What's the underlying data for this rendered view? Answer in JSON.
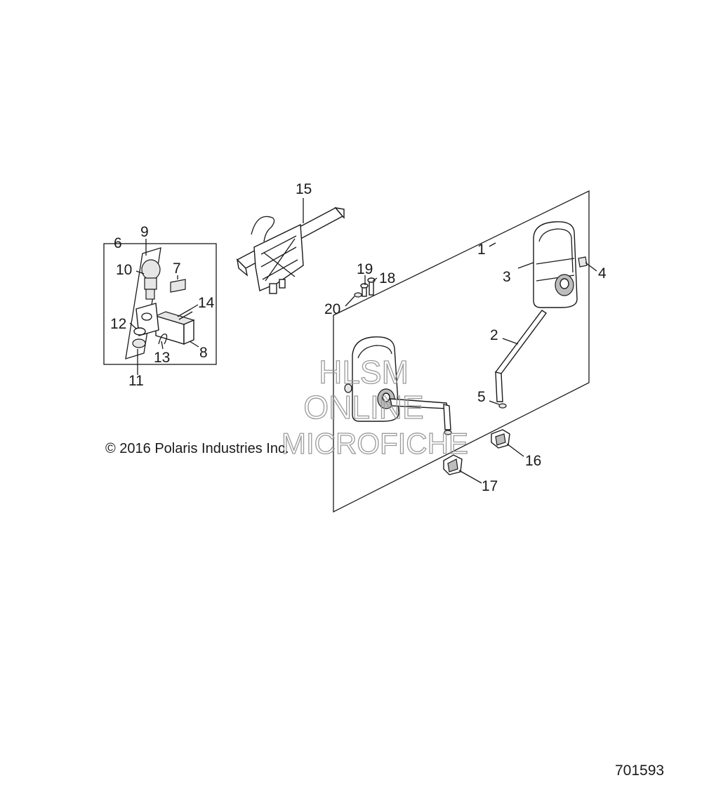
{
  "callouts": {
    "c1": "1",
    "c2": "2",
    "c3": "3",
    "c4": "4",
    "c5": "5",
    "c6": "6",
    "c7": "7",
    "c8": "8",
    "c9": "9",
    "c10": "10",
    "c11": "11",
    "c12": "12",
    "c13": "13",
    "c14": "14",
    "c15": "15",
    "c16": "16",
    "c17": "17",
    "c18": "18",
    "c19": "19",
    "c20": "20"
  },
  "copyright": "© 2016 Polaris Industries Inc.",
  "figure_number": "701593",
  "watermark": {
    "line1": "HLSM",
    "line2": "ONLINE",
    "line3": "MICROFICHE"
  }
}
